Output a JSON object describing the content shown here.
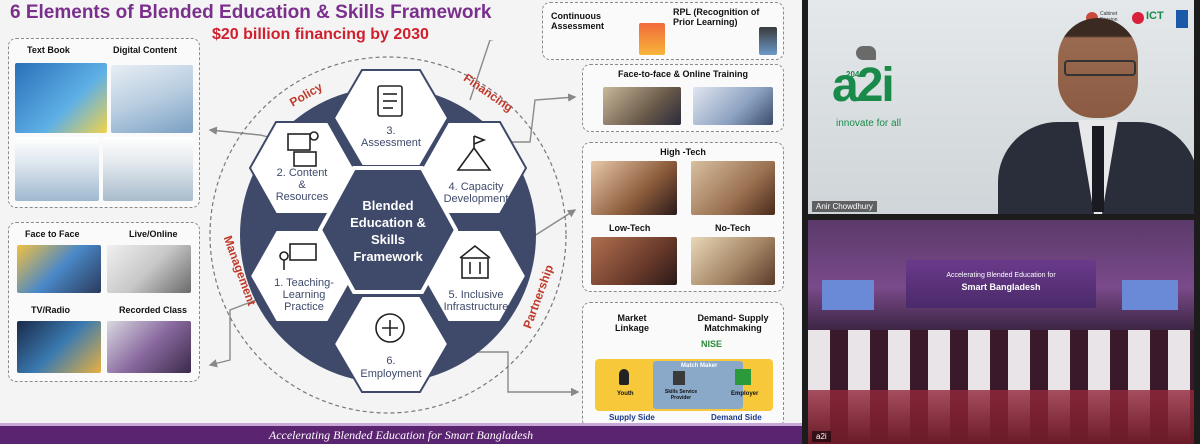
{
  "slide": {
    "title": "6 Elements of Blended Education & Skills Framework",
    "subtitle": "$20 billion financing by 2030",
    "footer": "Accelerating Blended Education for Smart Bangladesh",
    "center": {
      "line1": "Blended",
      "line2": "Education &",
      "line3": "Skills",
      "line4": "Framework"
    },
    "ring_labels": {
      "policy": "Policy",
      "financing": "Financing",
      "management": "Management",
      "partnership": "Partnership"
    },
    "elements": [
      {
        "line1": "3.",
        "line2": "Assessment"
      },
      {
        "line1": "4. Capacity",
        "line2": "Development"
      },
      {
        "line1": "5. Inclusive",
        "line2": "Infrastructure"
      },
      {
        "line1": "6.",
        "line2": "Employment"
      },
      {
        "line1": "1. Teaching-",
        "line2": "Learning",
        "line3": "Practice"
      },
      {
        "line1": "2. Content",
        "line2": "&",
        "line3": "Resources"
      }
    ],
    "left_top": {
      "text_book": "Text Book",
      "digital_content": "Digital Content"
    },
    "left_bottom": {
      "face_to_face": "Face to Face",
      "live_online": "Live/Online",
      "tv_radio": "TV/Radio",
      "recorded_class": "Recorded Class"
    },
    "right_assessment": {
      "continuous": "Continuous Assessment",
      "rpl": "RPL (Recognition of Prior Learning)"
    },
    "right_training": {
      "title": "Face-to-face & Online Training"
    },
    "right_tech": {
      "high": "High -Tech",
      "low": "Low-Tech",
      "no": "No-Tech"
    },
    "right_employment": {
      "market": "Market Linkage",
      "matchmaking": "Demand- Supply Matchmaking",
      "nise": "NISE",
      "match_maker": "Match Maker",
      "youth": "Youth",
      "provider": "Skills Service Provider",
      "employer": "Employer",
      "supply_side": "Supply Side",
      "demand_side": "Demand Side"
    }
  },
  "video": {
    "speaker_name": "Anir Chowdhury",
    "venue_name": "a2i",
    "logo_text": "a2i",
    "logo_year": "2041",
    "tagline": "innovate for all",
    "partner_cabinet": "Cabinet Division",
    "partner_ict": "ICT",
    "banner_line1": "Accelerating Blended Education for",
    "banner_line2": "Smart Bangladesh"
  },
  "colors": {
    "title_purple": "#7a2f8c",
    "subtitle_red": "#d0202e",
    "hex_navy": "#3f4a6b",
    "ring_label_red": "#c0392b",
    "a2i_green": "#1a8a4a"
  }
}
